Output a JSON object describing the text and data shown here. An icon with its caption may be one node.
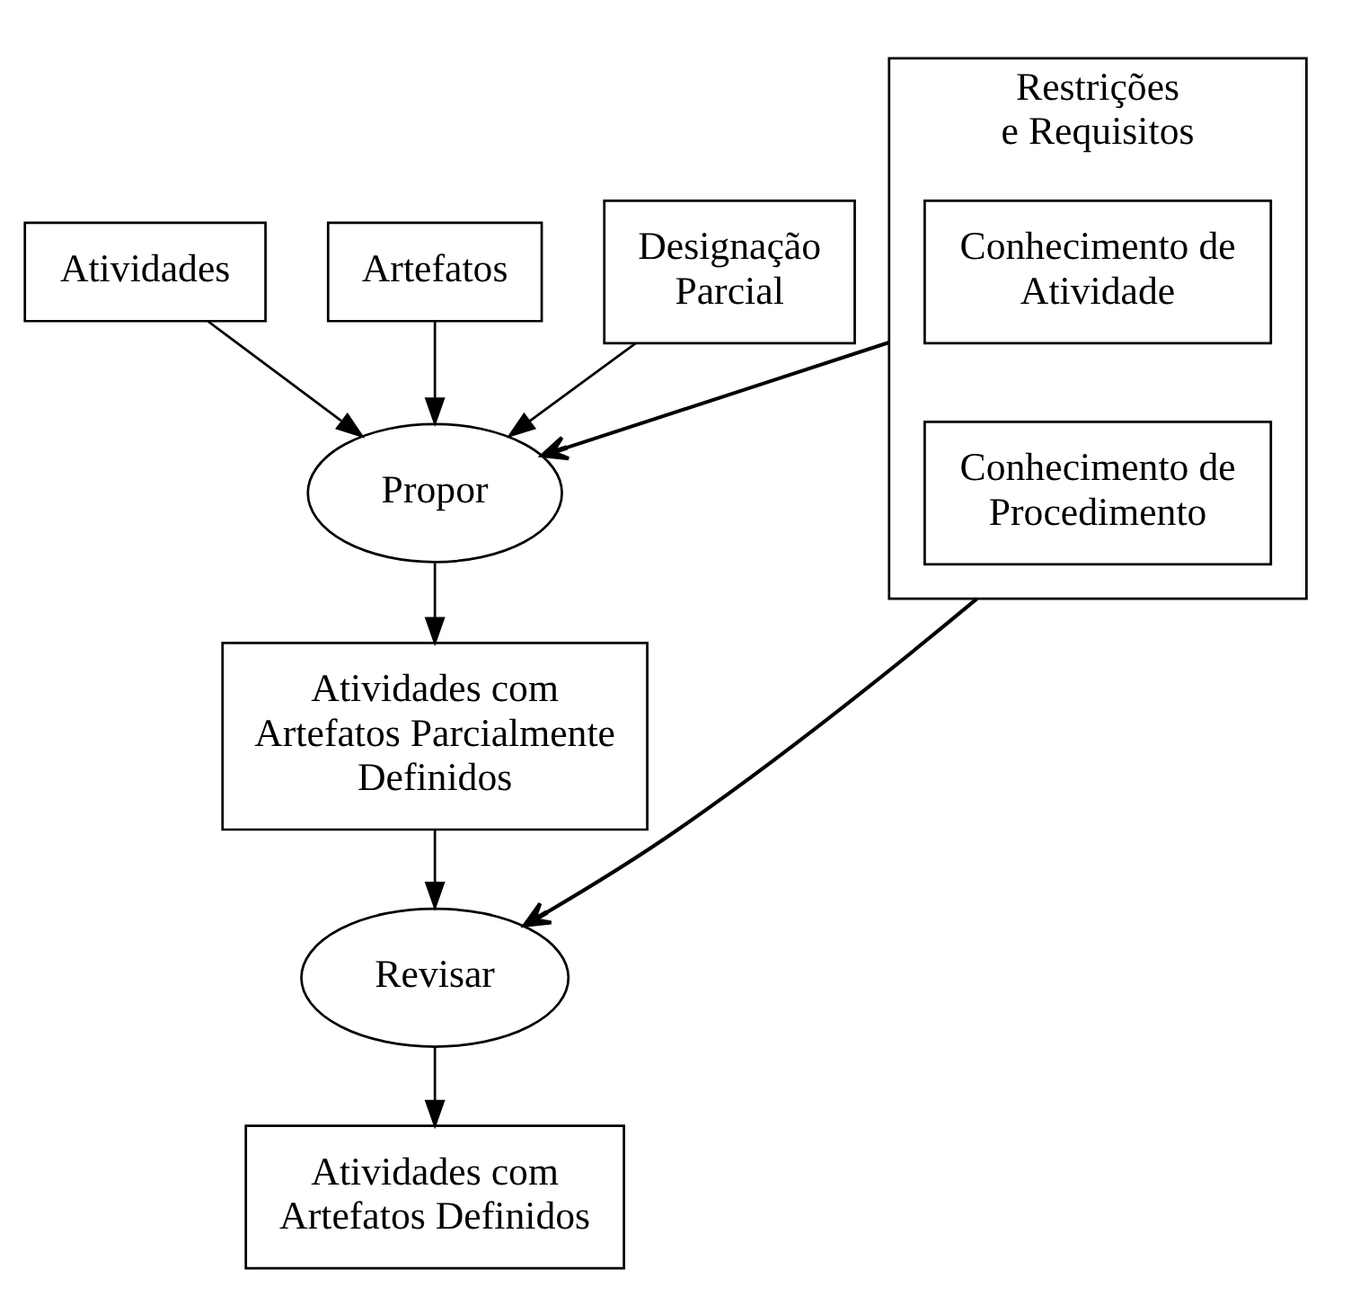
{
  "diagram": {
    "nodes": [
      {
        "text": [
          "Atividades"
        ]
      },
      {
        "text": [
          "Artefatos"
        ]
      },
      {
        "text": [
          "Designação Parcial"
        ]
      },
      {
        "text": [
          "Propor"
        ]
      },
      {
        "text": [
          "Atividades com Artefatos Parcialmente Definidos"
        ]
      },
      {
        "text": [
          "Revisar"
        ]
      },
      {
        "text": [
          "Atividades com Artefatos Definidos"
        ]
      },
      {
        "text": [
          "Restrições e Requisitos"
        ]
      },
      {
        "text": [
          "Conhecimento de Atividade"
        ],
        "in": 7
      },
      {
        "text": [
          "Conhecimento de Procedimento"
        ],
        "in": 7
      }
    ],
    "edges": [
      {
        "from": 0,
        "to": 3,
        "arrow": "to"
      },
      {
        "from": 1,
        "to": 3,
        "arrow": "to"
      },
      {
        "from": 2,
        "to": 3,
        "arrow": "to"
      },
      {
        "from": 3,
        "to": 4,
        "arrow": "to"
      },
      {
        "from": 4,
        "to": 5,
        "arrow": "to"
      },
      {
        "from": 5,
        "to": 6,
        "arrow": "to"
      },
      {
        "from": 7,
        "to": 3,
        "arrow": "to"
      },
      {
        "from": 7,
        "to": 5,
        "arrow": "to"
      }
    ]
  }
}
